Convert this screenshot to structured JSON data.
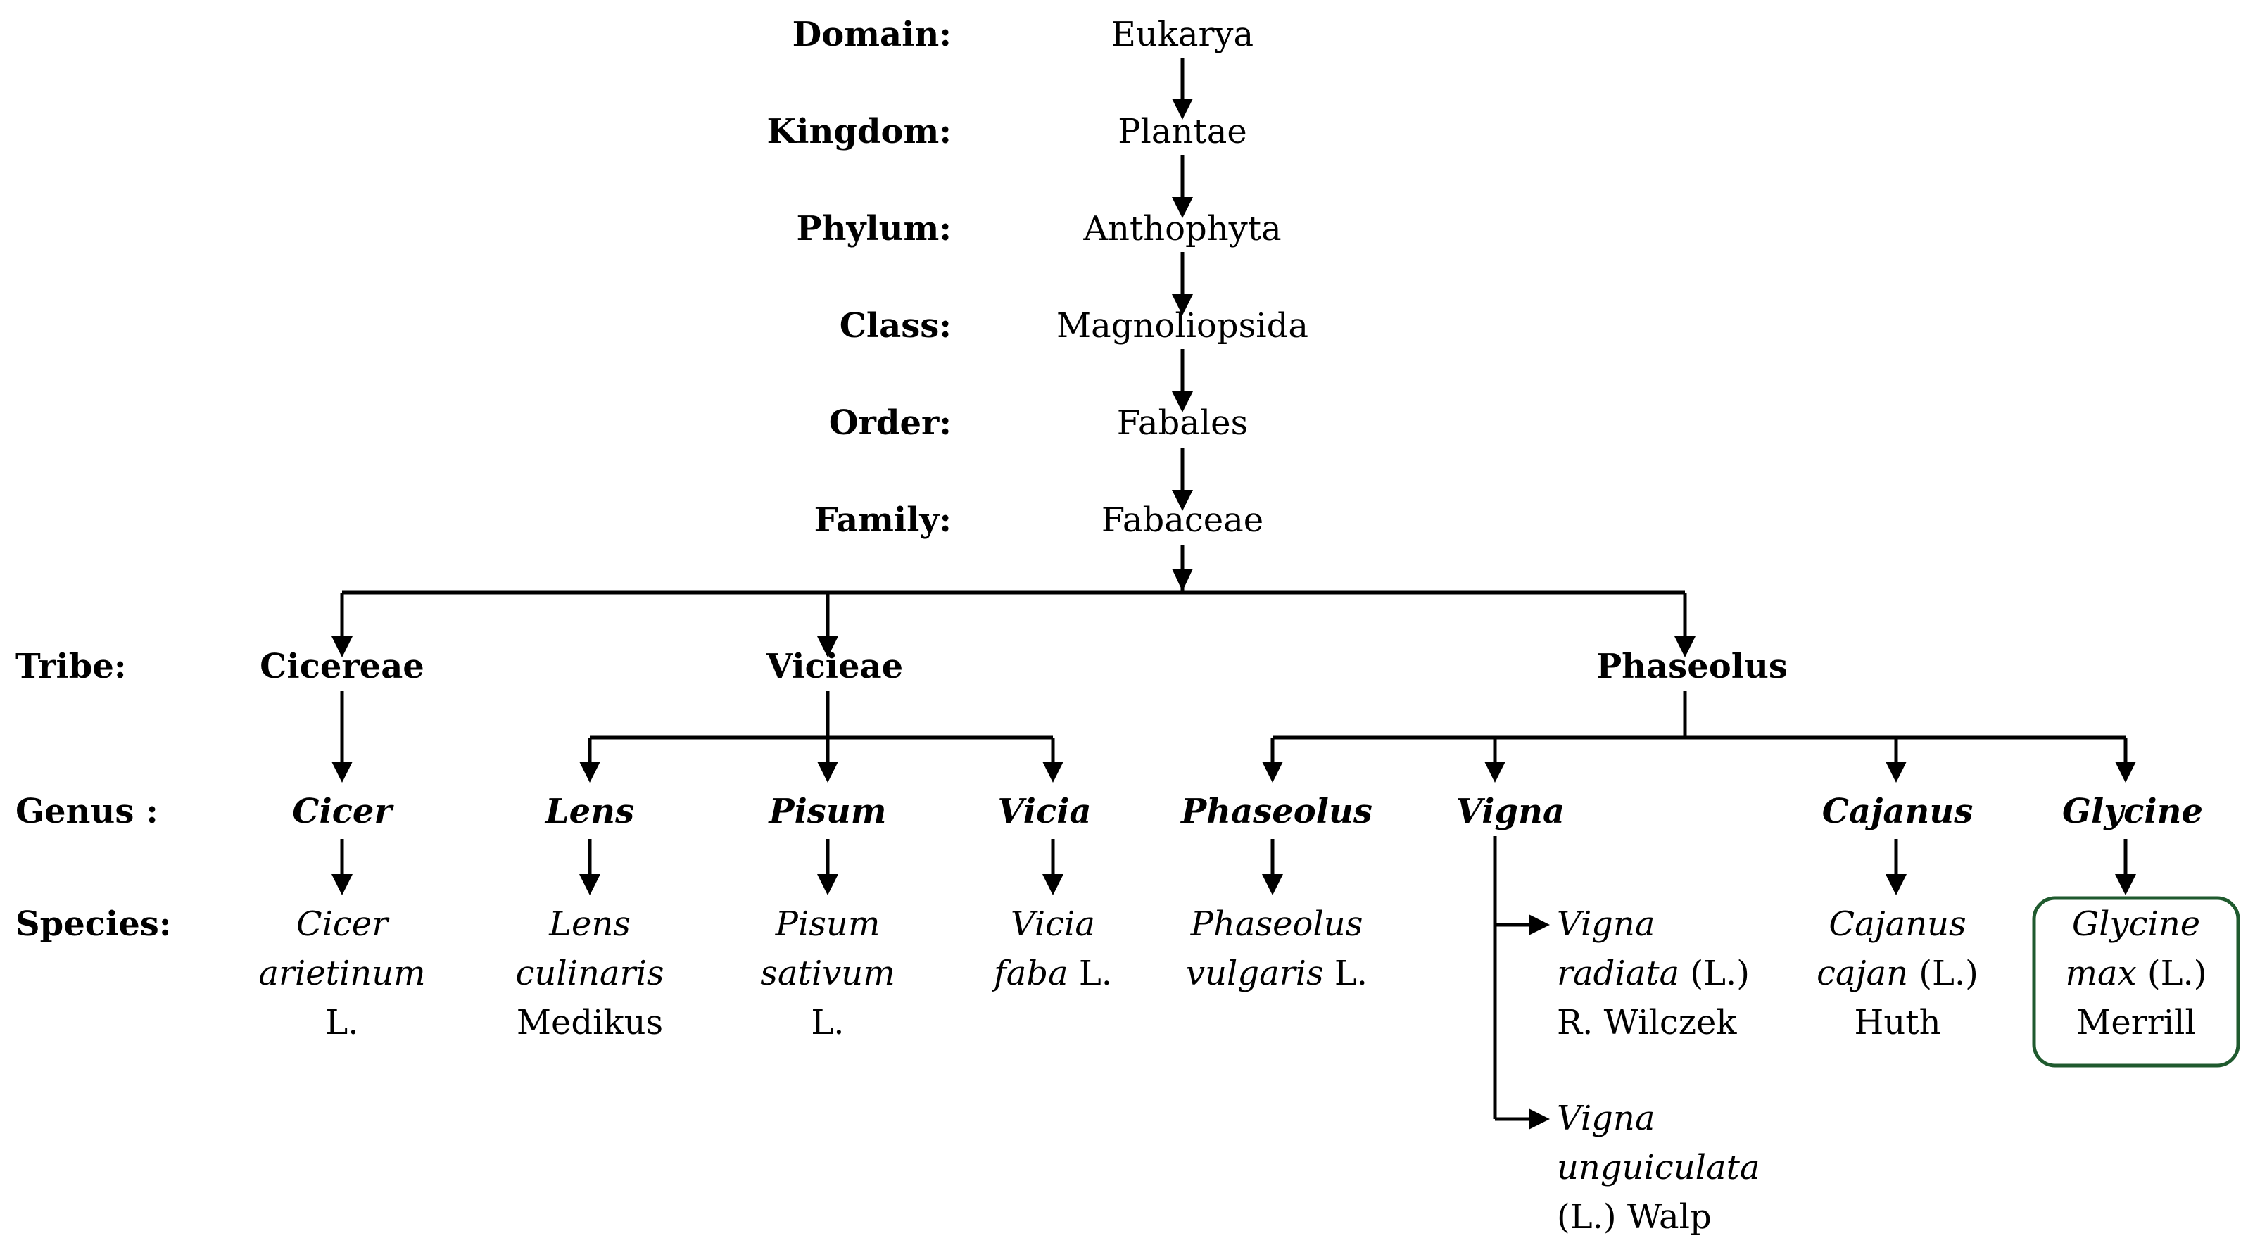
{
  "ranks": {
    "domain": "Domain:",
    "kingdom": "Kingdom:",
    "phylum": "Phylum:",
    "class": "Class:",
    "order": "Order:",
    "family": "Family:",
    "tribe": "Tribe:",
    "genus": "Genus :",
    "species": "Species:"
  },
  "chain": {
    "domain": "Eukarya",
    "kingdom": "Plantae",
    "phylum": "Anthophyta",
    "class": "Magnoliopsida",
    "order": "Fabales",
    "family": "Fabaceae"
  },
  "tribes": {
    "cicereae": "Cicereae",
    "vicieae": "Vicieae",
    "phaseolus": "Phaseolus"
  },
  "genera": {
    "cicer": "Cicer",
    "lens": "Lens",
    "pisum": "Pisum",
    "vicia": "Vicia",
    "phaseolus": "Phaseolus",
    "vigna": "Vigna",
    "cajanus": "Cajanus",
    "glycine": "Glycine"
  },
  "species": {
    "cicer": {
      "l1": "Cicer",
      "l2": "arietinum",
      "l3": "L."
    },
    "lens": {
      "l1": "Lens",
      "l2": "culinaris",
      "l3": "Medikus"
    },
    "pisum": {
      "l1": "Pisum",
      "l2": "sativum",
      "l3": "L."
    },
    "vicia": {
      "l1": "Vicia",
      "l2a": "faba",
      "l2b": " L."
    },
    "phaseolus": {
      "l1": "Phaseolus",
      "l2a": "vulgaris",
      "l2b": " L."
    },
    "vigna_radiata": {
      "l1": "Vigna",
      "l2a": "radiata",
      "l2b": " (L.)",
      "l3": "R. Wilczek"
    },
    "vigna_unguiculata": {
      "l1": "Vigna",
      "l2": "unguiculata",
      "l3": "(L.) Walp"
    },
    "cajanus": {
      "l1": "Cajanus",
      "l2a": "cajan",
      "l2b": " (L.)",
      "l3": "Huth"
    },
    "glycine": {
      "l1": "Glycine",
      "l2a": "max",
      "l2b": " (L.)",
      "l3": "Merrill"
    }
  },
  "colors": {
    "line": "#000000",
    "highlight_border": "#1f5a2e"
  }
}
